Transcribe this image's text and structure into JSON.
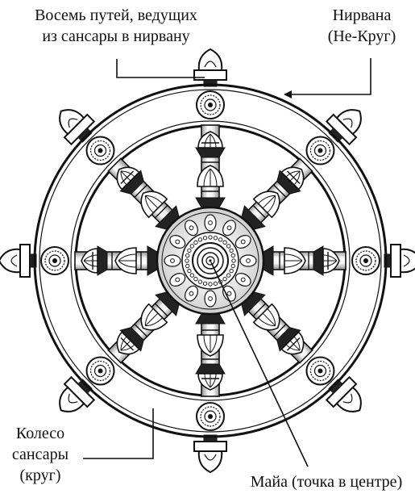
{
  "labels": {
    "paths": {
      "line1": "Восемь путей, ведущих",
      "line2": "из сансары в нирвану"
    },
    "nirvana": {
      "line1": "Нирвана",
      "line2": "(Не-Круг)"
    },
    "wheel": {
      "line1": "Колесо",
      "line2": "сансары",
      "line3": "(круг)"
    },
    "maya": {
      "line1": "Майа (точка в центре)"
    }
  },
  "colors": {
    "ink": "#111111",
    "paper": "#ffffff",
    "shade": "#bdbdbd",
    "mid": "#e6e6e6"
  }
}
